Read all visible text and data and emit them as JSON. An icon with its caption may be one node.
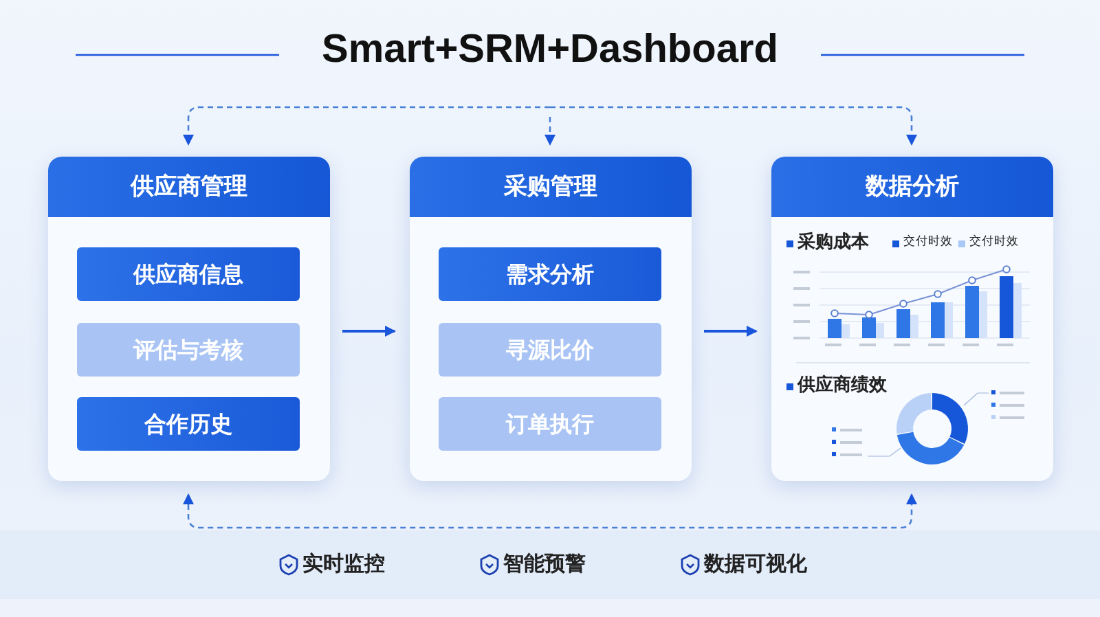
{
  "diagram": {
    "title": "Smart+SRM+Dashboard",
    "nodes": [
      {
        "text": [
          "供应商管理"
        ]
      },
      {
        "text": [
          "供应商信息"
        ],
        "in": 0
      },
      {
        "text": [
          "评估与考核"
        ],
        "in": 0
      },
      {
        "text": [
          "合作历史"
        ],
        "in": 0
      },
      {
        "text": [
          "采购管理"
        ]
      },
      {
        "text": [
          "需求分析"
        ],
        "in": 4
      },
      {
        "text": [
          "寻源比价"
        ],
        "in": 4
      },
      {
        "text": [
          "订单执行"
        ],
        "in": 4
      },
      {
        "text": [
          "数据分析"
        ]
      }
    ],
    "edges": [
      {
        "from": 0,
        "to": 4,
        "arrow": "to"
      },
      {
        "from": 4,
        "to": 8,
        "arrow": "to"
      },
      {
        "from": null,
        "to": 0,
        "arrow": "to",
        "style": "dashed"
      },
      {
        "from": null,
        "to": 4,
        "arrow": "to",
        "style": "dashed"
      },
      {
        "from": null,
        "to": 8,
        "arrow": "to",
        "style": "dashed"
      },
      {
        "from": 0,
        "to": 8,
        "arrow": "both",
        "style": "dashed"
      }
    ],
    "labels": [
      "采购成本",
      "供应商绩效",
      "实时监控",
      "智能预警",
      "数据可视化"
    ],
    "legend": [
      {
        "text": "交付时效",
        "color": "#1656d8"
      },
      {
        "text": "交付时效",
        "color": "#a9c8f5"
      }
    ]
  }
}
